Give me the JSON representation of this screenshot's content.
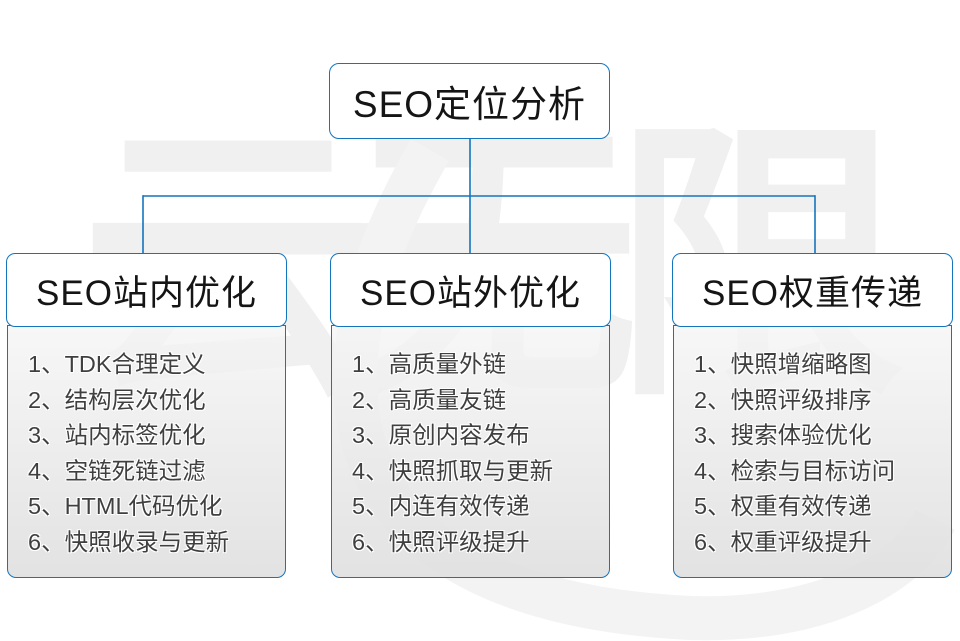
{
  "watermark": {
    "text": "云无限"
  },
  "colors": {
    "accent_blue": "#1474be",
    "panel_gradient_top": "#f5f5f5",
    "panel_gradient_bottom": "#e0e0e0",
    "header_text": "#151515",
    "list_text": "#3f3f3f",
    "watermark_gray": "#f0f0f0"
  },
  "root": {
    "label": "SEO定位分析"
  },
  "columns": [
    {
      "title": "SEO站内优化",
      "items": [
        "1、TDK合理定义",
        "2、结构层次优化",
        "3、站内标签优化",
        "4、空链死链过滤",
        "5、HTML代码优化",
        "6、快照收录与更新"
      ]
    },
    {
      "title": "SEO站外优化",
      "items": [
        "1、高质量外链",
        "2、高质量友链",
        "3、原创内容发布",
        "4、快照抓取与更新",
        "5、内连有效传递",
        "6、快照评级提升"
      ]
    },
    {
      "title": "SEO权重传递",
      "items": [
        "1、快照增缩略图",
        "2、快照评级排序",
        "3、搜索体验优化",
        "4、检索与目标访问",
        "5、权重有效传递",
        "6、权重评级提升"
      ]
    }
  ]
}
